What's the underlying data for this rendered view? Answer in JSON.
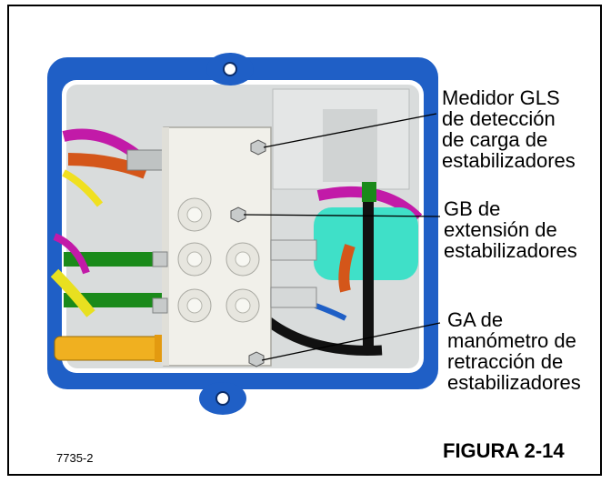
{
  "callouts": [
    {
      "id": "gls",
      "text": "Medidor GLS\nde detección\nde carga de\nestabilizadores"
    },
    {
      "id": "gb",
      "text": "GB de\nextensión de\nestabilizadores"
    },
    {
      "id": "ga",
      "text": "GA de\nmanómetro de\nretracción de\nestabilizadores"
    }
  ],
  "figure": {
    "title": "FIGURA 2-14",
    "code": "7735-2"
  },
  "colors": {
    "frame_blue": "#1f5fc6",
    "panel_gray": "#d9dcdc",
    "manifold": "#f1f0ea",
    "hose_green": "#1a8a1a",
    "hose_orange": "#d4561a",
    "hose_magenta": "#c21aa8",
    "hose_yellow": "#f0b020",
    "hose_cyan": "#3fe0c8",
    "watermark": "#c9c9c9"
  }
}
